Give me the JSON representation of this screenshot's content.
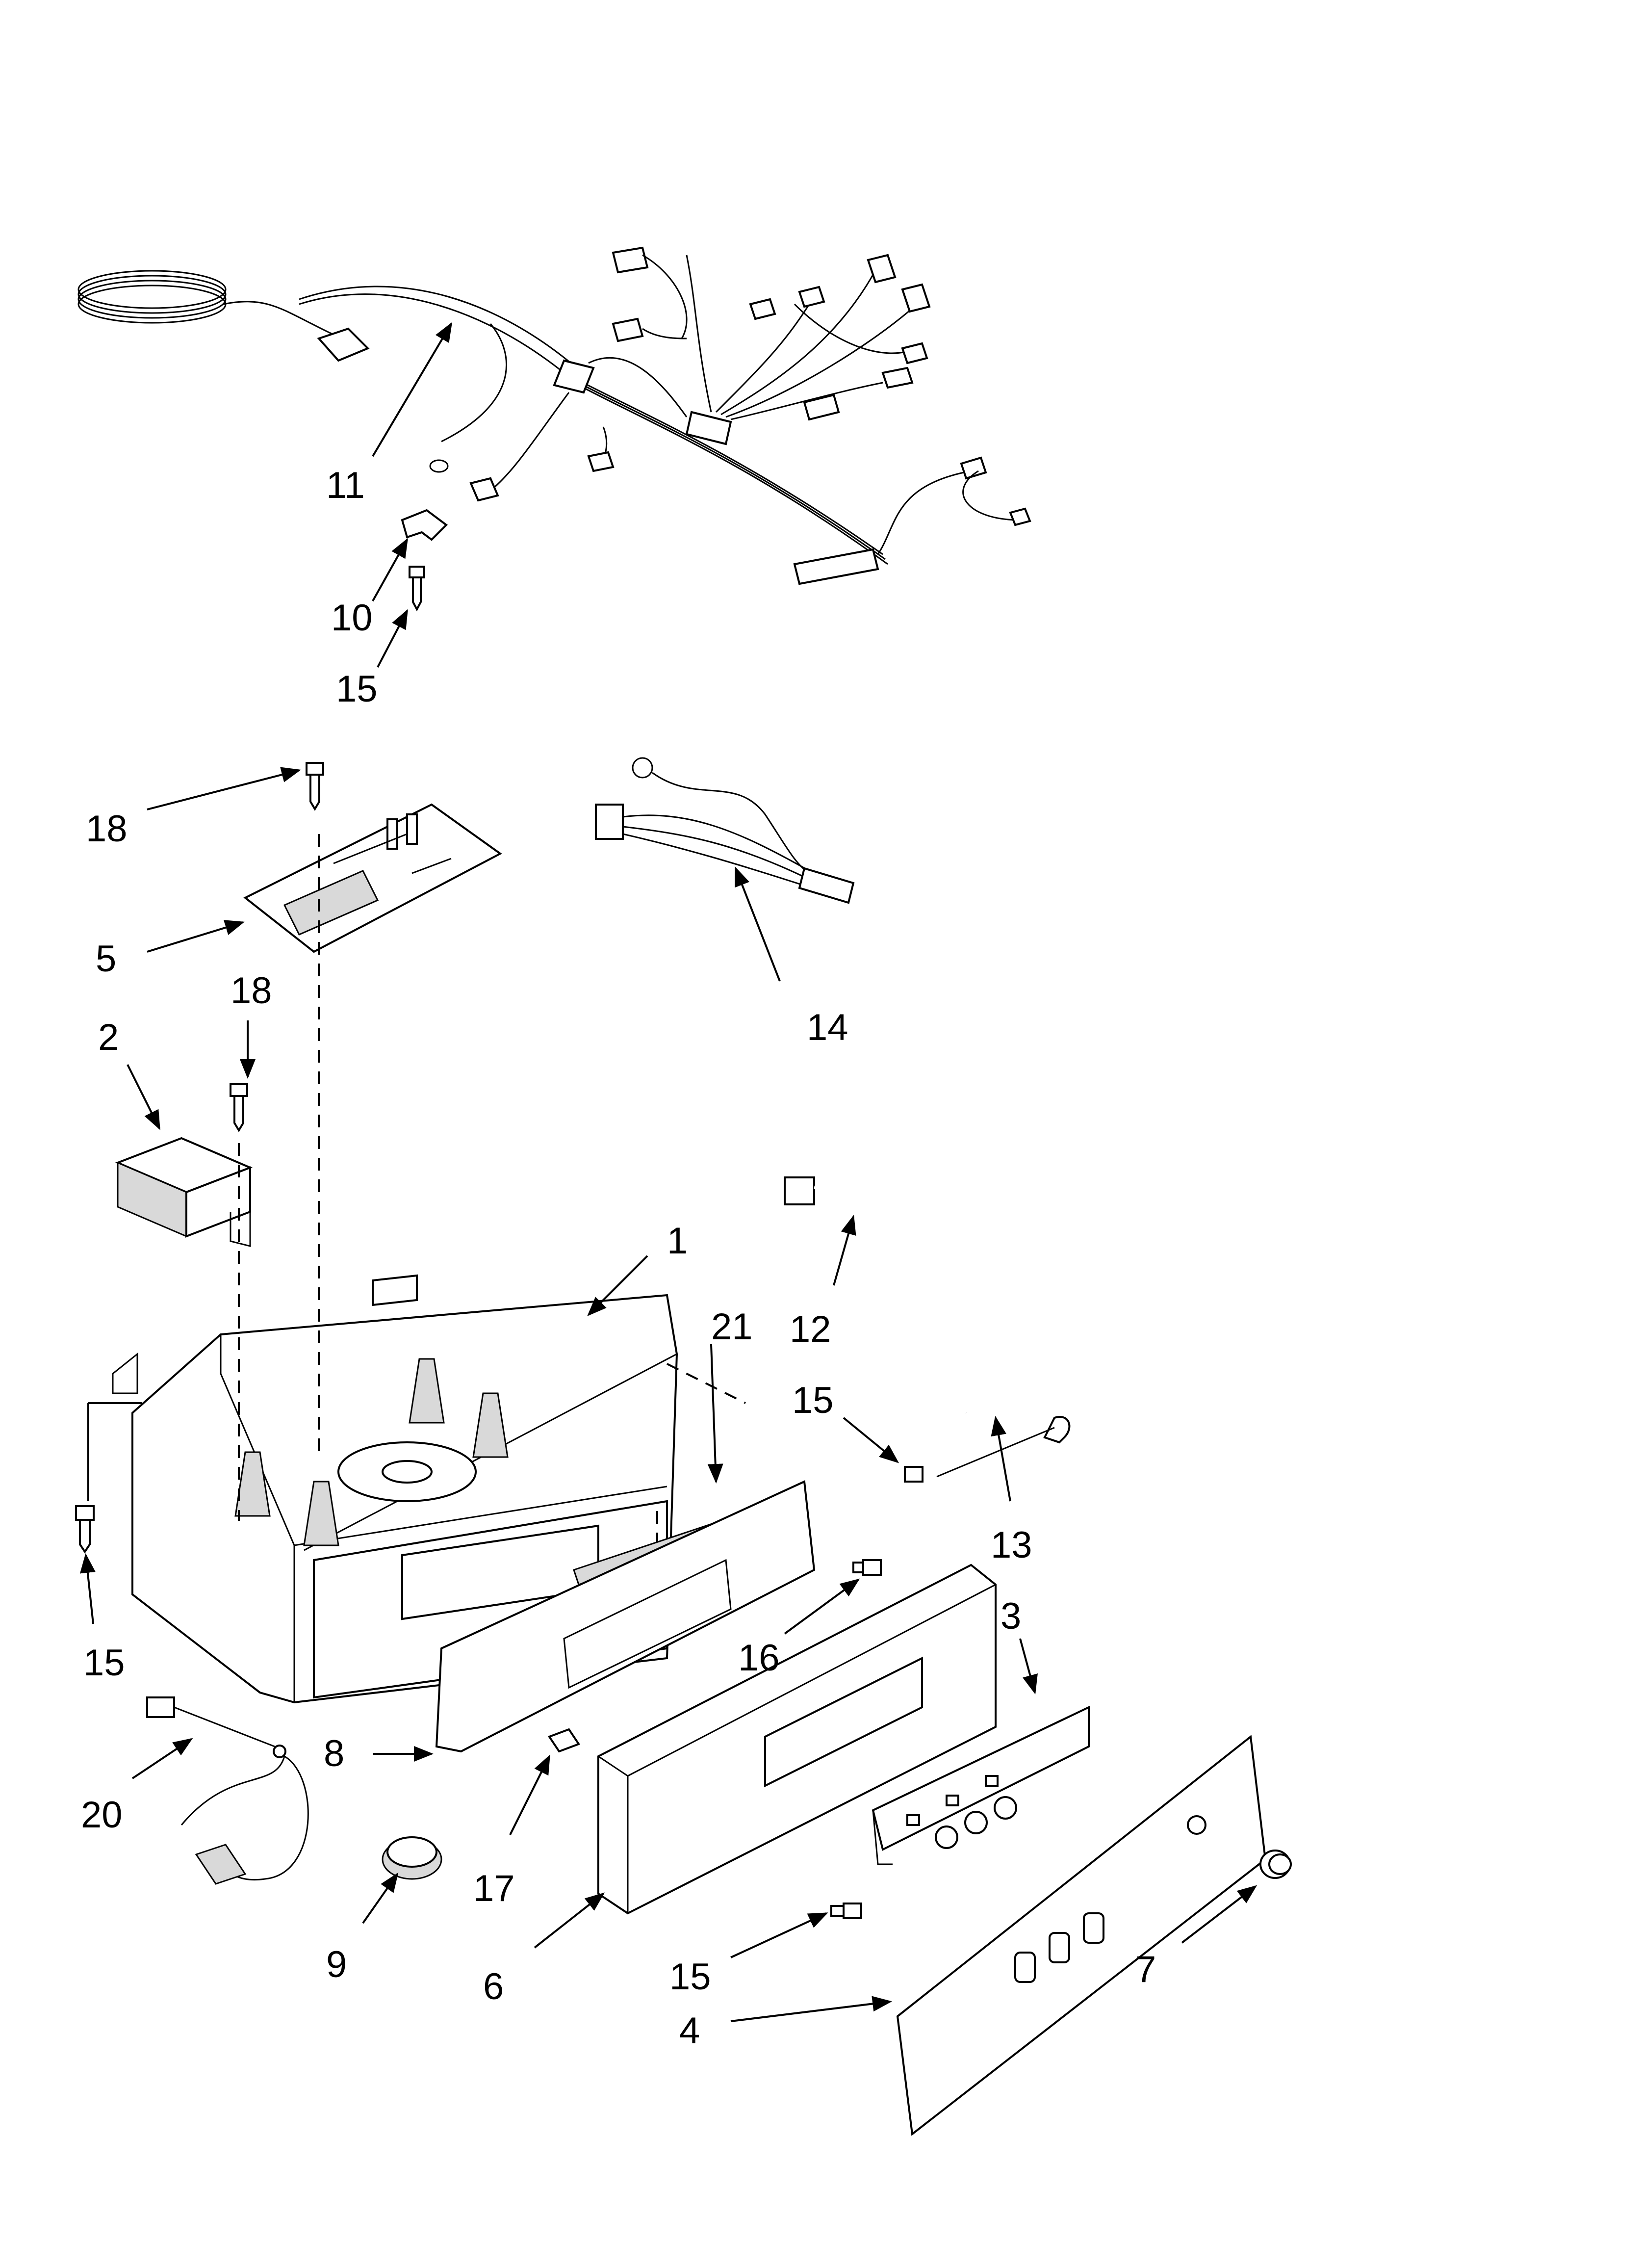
{
  "callouts": {
    "c1": "1",
    "c2": "2",
    "c3": "3",
    "c4": "4",
    "c5": "5",
    "c6": "6",
    "c7": "7",
    "c8": "8",
    "c9": "9",
    "c10": "10",
    "c11": "11",
    "c12": "12",
    "c13": "13",
    "c14": "14",
    "c15a": "15",
    "c15b": "15",
    "c15c": "15",
    "c15d": "15",
    "c16": "16",
    "c17": "17",
    "c18a": "18",
    "c18b": "18",
    "c20": "20",
    "c21": "21"
  }
}
